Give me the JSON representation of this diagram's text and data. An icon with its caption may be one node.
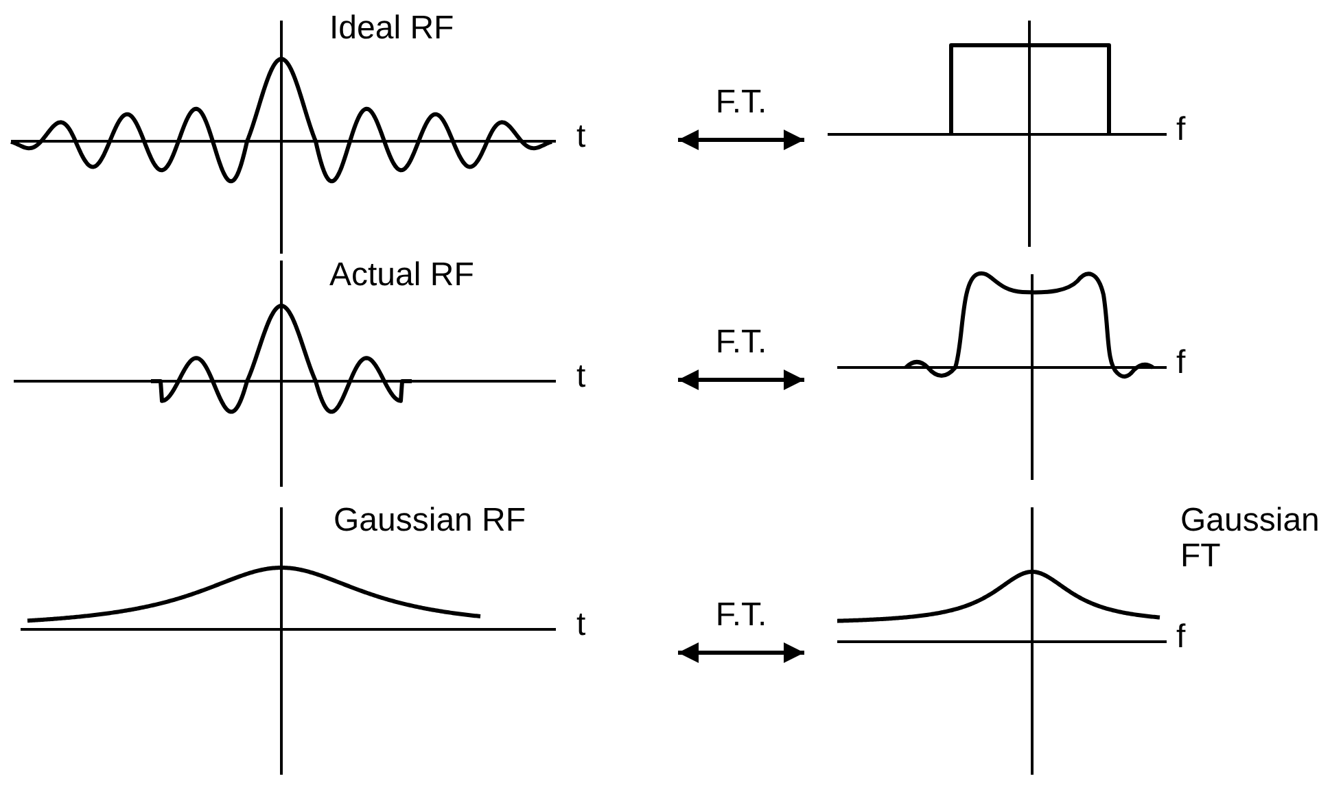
{
  "diagram": {
    "nodes": [
      {
        "text": [
          "Ideal RF",
          "t"
        ]
      },
      {
        "text": [
          "f"
        ]
      },
      {
        "text": [
          "Actual RF",
          "t"
        ]
      },
      {
        "text": [
          "f"
        ]
      },
      {
        "text": [
          "Gaussian RF",
          "t"
        ]
      },
      {
        "text": [
          "Gaussian FT",
          "f"
        ]
      }
    ],
    "edges": [
      {
        "from": 0,
        "to": 1,
        "arrow": "both",
        "label": "F.T."
      },
      {
        "from": 2,
        "to": 3,
        "arrow": "both",
        "label": "F.T."
      },
      {
        "from": 4,
        "to": 5,
        "arrow": "both",
        "label": "F.T."
      }
    ]
  }
}
